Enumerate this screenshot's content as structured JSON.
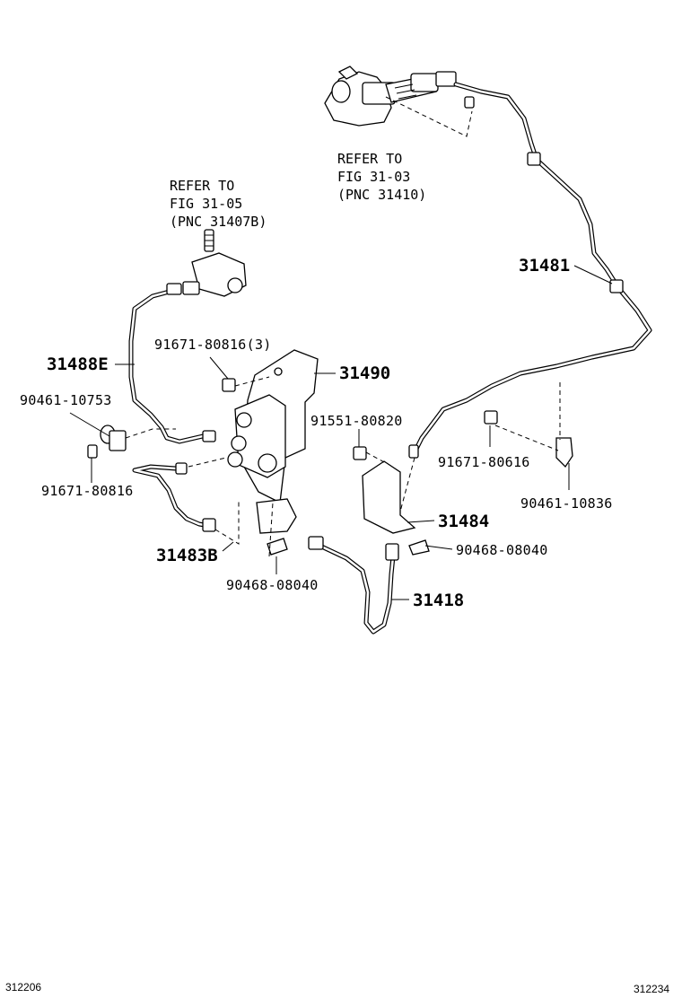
{
  "references": [
    {
      "line1": "REFER TO",
      "line2": "FIG 31-05",
      "line3": "(PNC 31407B)"
    },
    {
      "line1": "REFER TO",
      "line2": "FIG 31-03",
      "line3": "(PNC 31410)"
    }
  ],
  "parts": {
    "p31481": "31481",
    "p31488E": "31488E",
    "p31490": "31490",
    "p31483B": "31483B",
    "p31484": "31484",
    "p31418": "31418",
    "p91671_80816_3": "91671-80816(3)",
    "p90461_10753": "90461-10753",
    "p91671_80816": "91671-80816",
    "p91551_80820": "91551-80820",
    "p91671_80616": "91671-80616",
    "p90461_10836": "90461-10836",
    "p90468_08040_left": "90468-08040",
    "p90468_08040_right": "90468-08040"
  },
  "footer": {
    "left_id": "312206",
    "right_id": "312234"
  }
}
